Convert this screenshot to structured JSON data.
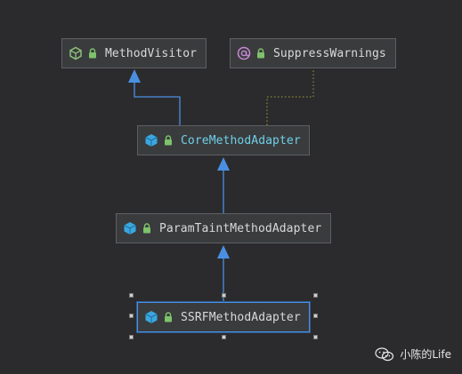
{
  "colors": {
    "background": "#2b2b2d",
    "node_fill": "#3a3b3d",
    "node_border": "#5d5f63",
    "text": "#d9d9d9",
    "accent_text": "#6fd0e8",
    "inherit_arrow": "#4a90e2",
    "implements_line": "#8a8a3a",
    "lock": "#7ec26b",
    "interface_icon": "#8ec07c",
    "annotation_icon": "#c78ad6",
    "class_icon": "#3aa7e0",
    "selection": "#4a90e2"
  },
  "diagram": {
    "nodes": [
      {
        "id": "method-visitor",
        "label": "MethodVisitor",
        "icon": "interface-icon",
        "lock": "lock-icon"
      },
      {
        "id": "suppress-warnings",
        "label": "SuppressWarnings",
        "icon": "annotation-icon",
        "lock": "lock-icon"
      },
      {
        "id": "core-method-adapter",
        "label": "CoreMethodAdapter",
        "icon": "class-icon",
        "lock": "lock-icon"
      },
      {
        "id": "param-taint-method-adapter",
        "label": "ParamTaintMethodAdapter",
        "icon": "class-icon",
        "lock": "lock-icon"
      },
      {
        "id": "ssrf-method-adapter",
        "label": "SSRFMethodAdapter",
        "icon": "class-icon",
        "lock": "lock-icon",
        "selected": true
      }
    ],
    "edges": [
      {
        "from": "core-method-adapter",
        "to": "method-visitor",
        "kind": "extends"
      },
      {
        "from": "core-method-adapter",
        "to": "suppress-warnings",
        "kind": "annotated"
      },
      {
        "from": "param-taint-method-adapter",
        "to": "core-method-adapter",
        "kind": "extends"
      },
      {
        "from": "ssrf-method-adapter",
        "to": "param-taint-method-adapter",
        "kind": "extends"
      }
    ]
  },
  "watermark": {
    "text": "小陈的Life",
    "icon": "wechat-icon"
  }
}
